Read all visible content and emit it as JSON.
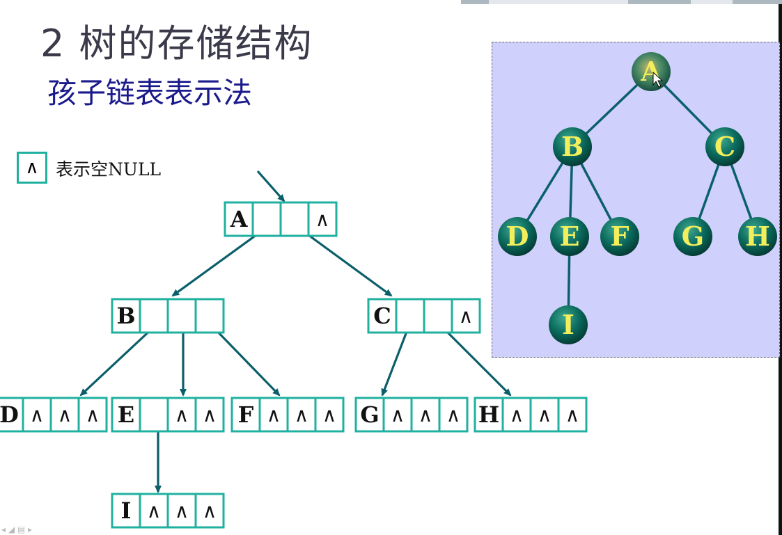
{
  "header": {
    "title": "2 树的存储结构",
    "subtitle": "孩子链表表示法"
  },
  "legend": {
    "symbol": "∧",
    "text": "表示空NULL"
  },
  "linked_nodes": [
    {
      "id": "A",
      "cells": [
        "",
        "",
        "∧"
      ]
    },
    {
      "id": "B",
      "cells": [
        "",
        "",
        ""
      ]
    },
    {
      "id": "C",
      "cells": [
        "",
        "",
        "∧"
      ]
    },
    {
      "id": "D",
      "cells": [
        "∧",
        "∧",
        "∧"
      ]
    },
    {
      "id": "E",
      "cells": [
        "",
        "∧",
        "∧"
      ]
    },
    {
      "id": "F",
      "cells": [
        "∧",
        "∧",
        "∧"
      ]
    },
    {
      "id": "G",
      "cells": [
        "∧",
        "∧",
        "∧"
      ]
    },
    {
      "id": "H",
      "cells": [
        "∧",
        "∧",
        "∧"
      ]
    },
    {
      "id": "I",
      "cells": [
        "∧",
        "∧",
        "∧"
      ]
    }
  ],
  "tree": {
    "nodes": [
      "A",
      "B",
      "C",
      "D",
      "E",
      "F",
      "G",
      "H",
      "I"
    ],
    "edges": [
      [
        "A",
        "B"
      ],
      [
        "A",
        "C"
      ],
      [
        "B",
        "D"
      ],
      [
        "B",
        "E"
      ],
      [
        "B",
        "F"
      ],
      [
        "C",
        "G"
      ],
      [
        "C",
        "H"
      ],
      [
        "E",
        "I"
      ]
    ]
  },
  "colors": {
    "box_border": "#20b0a0",
    "arrow": "#0b5f6a",
    "panel_bg": "#cfd0fb",
    "node_fill": "#0b6b5e",
    "node_label": "#f2ee5c",
    "title": "#3a3a4a",
    "subtitle": "#1a1a8c"
  }
}
